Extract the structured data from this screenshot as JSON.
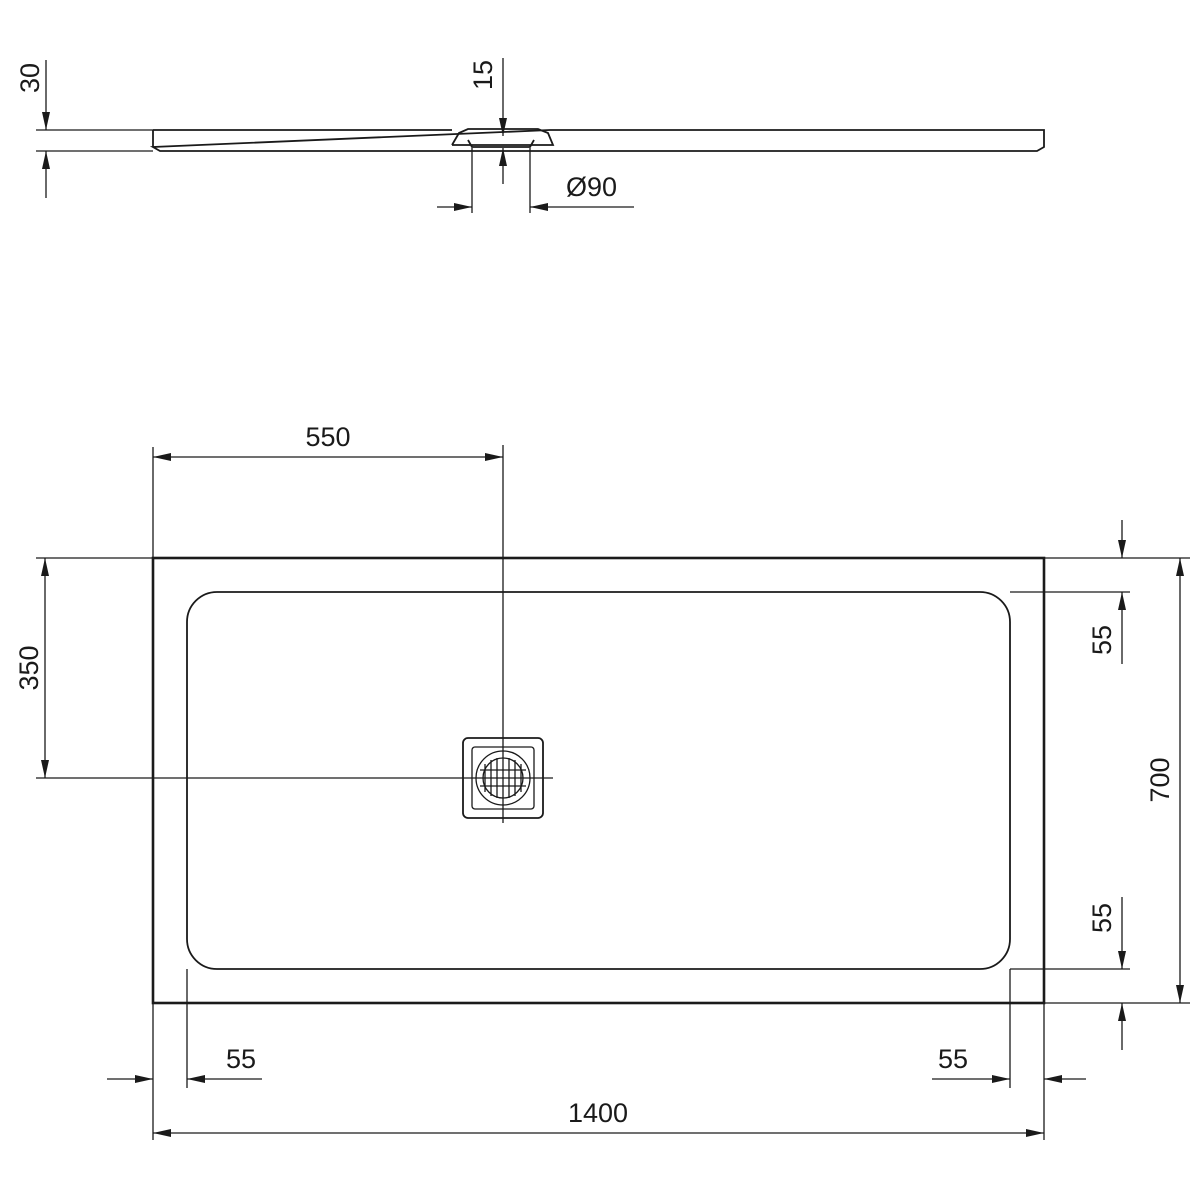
{
  "dimensions": {
    "side_view": {
      "thickness": "30",
      "drain_depth": "15",
      "drain_diameter": "Ø90"
    },
    "plan_view": {
      "drain_offset_x": "550",
      "drain_offset_y": "350",
      "length": "1400",
      "width": "700",
      "rim_top": "55",
      "rim_bottom": "55",
      "rim_left": "55",
      "rim_right": "55"
    }
  },
  "colors": {
    "line": "#1a1a1a",
    "background": "#ffffff"
  }
}
